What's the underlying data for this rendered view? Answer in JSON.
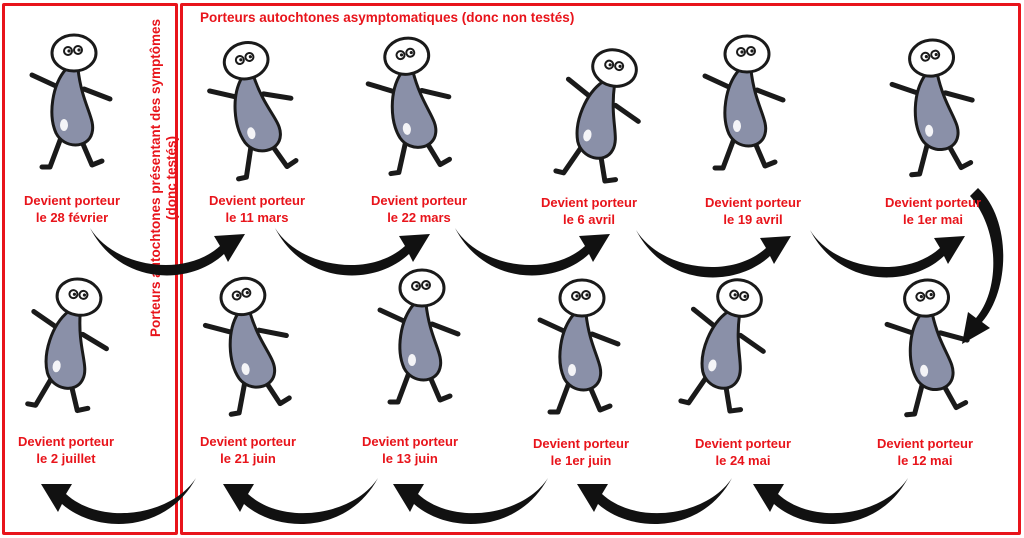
{
  "frames": {
    "left_title": "Porteurs autochtones présentant des symptômes (donc testés)",
    "right_title": "Porteurs autochtones asymptomatiques (donc non testés)"
  },
  "colors": {
    "accent": "#e8141b",
    "figure_body": "#8a90a8",
    "figure_outline": "#1a1a1a",
    "arrow": "#111111"
  },
  "carriers": [
    {
      "label": "Devient porteur",
      "date": "le 28 février"
    },
    {
      "label": "Devient porteur",
      "date": "le 11 mars"
    },
    {
      "label": "Devient porteur",
      "date": "le 22 mars"
    },
    {
      "label": "Devient porteur",
      "date": "le 6 avril"
    },
    {
      "label": "Devient porteur",
      "date": "le 19 avril"
    },
    {
      "label": "Devient porteur",
      "date": "le 1er mai"
    },
    {
      "label": "Devient porteur",
      "date": "le 12 mai"
    },
    {
      "label": "Devient porteur",
      "date": "le 24 mai"
    },
    {
      "label": "Devient porteur",
      "date": "le 1er juin"
    },
    {
      "label": "Devient porteur",
      "date": "le 13 juin"
    },
    {
      "label": "Devient porteur",
      "date": "le 21 juin"
    },
    {
      "label": "Devient porteur",
      "date": "le 2 juillet"
    }
  ]
}
